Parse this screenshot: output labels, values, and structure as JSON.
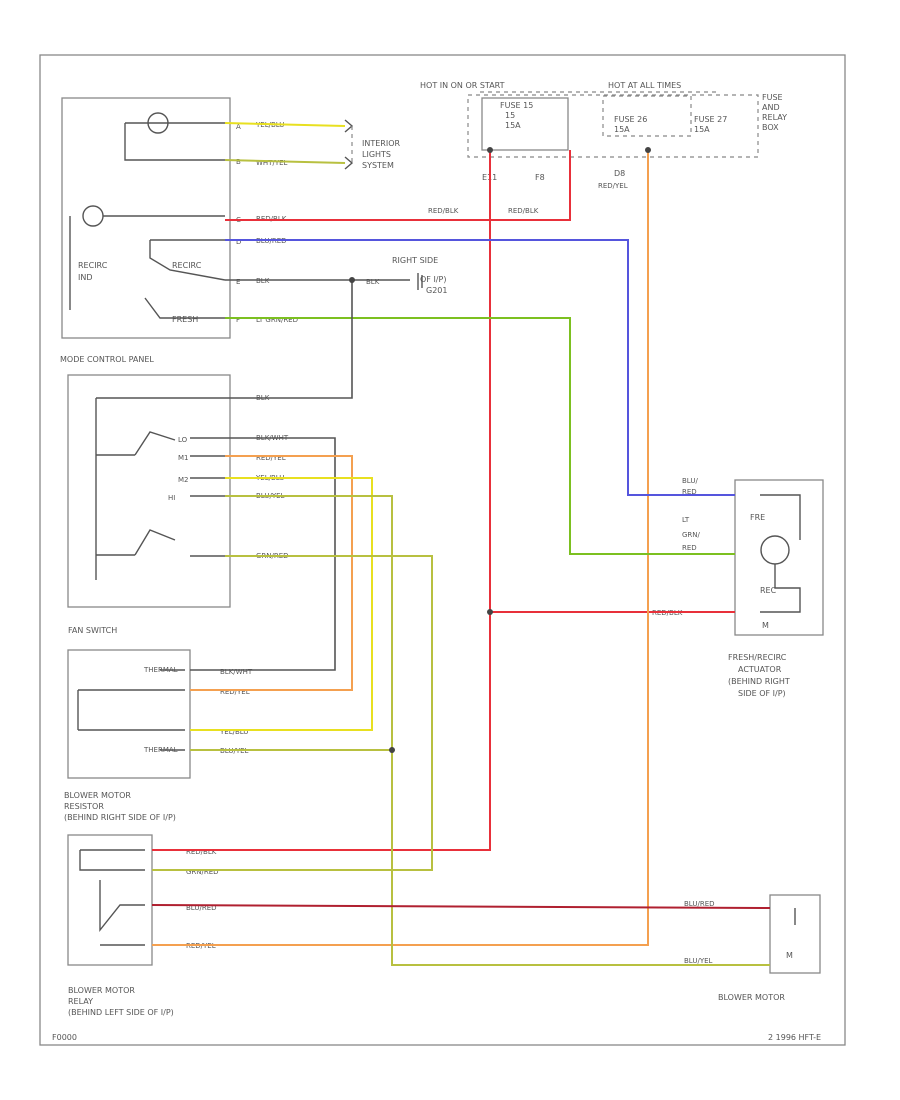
{
  "colors": {
    "red": "#e8303a",
    "orange": "#f4a050",
    "blue": "#5555dd",
    "green": "#7cc020",
    "yellow": "#e8e020",
    "olive": "#b8c040",
    "black": "#555555",
    "darkred": "#b02030"
  },
  "fuse_box": {
    "hot_run_start": "HOT IN ON OR START",
    "hot_all_times": "HOT AT ALL TIMES",
    "fuse15_name": "FUSE 15",
    "fuse15_rating": "15A",
    "fuse26_name": "FUSE 26",
    "fuse26_rating": "15A",
    "fuse27_name": "FUSE 27",
    "fuse27_rating": "15A",
    "title_line1": "FUSE",
    "title_line2": "AND",
    "title_line3": "RELAY",
    "title_line4": "BOX",
    "conn_e11": "E11",
    "conn_f8": "F8",
    "conn_d8": "D8",
    "wire_red_blk_1": "RED/BLK",
    "wire_red_blk_2": "RED/BLK",
    "wire_red_yel": "RED/YEL"
  },
  "mode_panel": {
    "title": "MODE CONTROL PANEL",
    "recirc_ind": "RECIRC",
    "recirc_ind2": "IND",
    "recirc_switch": "RECIRC",
    "fresh": "FRESH",
    "wire_yel_blu": "YEL/BLU",
    "wire_wht_yel": "WHT/YEL",
    "wire_red_blk": "RED/BLK",
    "wire_blu_red": "BLU/RED",
    "wire_blk": "BLK",
    "wire_lt_grn_red": "LT GRN/RED",
    "pin_a": "A",
    "pin_b": "B",
    "pin_c": "C",
    "pin_d": "D",
    "pin_e": "E",
    "pin_f": "F",
    "interior_lights_1": "INTERIOR",
    "interior_lights_2": "LIGHTS",
    "interior_lights_3": "SYSTEM",
    "ground_line1": "RIGHT SIDE",
    "ground_line2": "OF I/P)",
    "ground_id": "G201",
    "wire_blk_ground": "BLK"
  },
  "fan_switch": {
    "title": "FAN SWITCH",
    "wire_blk": "BLK",
    "wire_blk_wht": "BLK/WHT",
    "wire_red_yel": "RED/YEL",
    "wire_yel_blu": "YEL/BLU",
    "wire_blu_yel": "BLU/YEL",
    "wire_grn_red": "GRN/RED",
    "pos_lo": "LO",
    "pos_m1": "M1",
    "pos_m2": "M2",
    "pos_hi": "HI"
  },
  "resistor": {
    "title_line1": "BLOWER MOTOR",
    "title_line2": "RESISTOR",
    "title_line3": "(BEHIND RIGHT SIDE OF I/P)",
    "thermal1": "THERMAL",
    "thermal2": "THERMAL",
    "wire_blk_wht": "BLK/WHT",
    "wire_red_yel": "RED/YEL",
    "wire_yel_blu": "YEL/BLU",
    "wire_blu_yel": "BLU/YEL"
  },
  "actuator": {
    "title_line1": "FRESH/RECIRC",
    "title_line2": "ACTUATOR",
    "title_line3": "(BEHIND RIGHT",
    "title_line4": "SIDE OF I/P)",
    "fre": "FRE",
    "rec": "REC",
    "m": "M",
    "wire_blu_red_1": "BLU/",
    "wire_blu_red_2": "RED",
    "wire_lt_grn_1": "LT",
    "wire_lt_grn_2": "GRN/",
    "wire_lt_grn_3": "RED",
    "wire_red_blk": "RED/BLK"
  },
  "relay": {
    "title_line1": "BLOWER MOTOR",
    "title_line2": "RELAY",
    "title_line3": "(BEHIND LEFT SIDE OF I/P)",
    "wire_red_blk": "RED/BLK",
    "wire_grn_red": "GRN/RED",
    "wire_blu_red": "BLU/RED",
    "wire_red_yel": "RED/YEL"
  },
  "blower_motor": {
    "title": "BLOWER MOTOR",
    "wire_blu_red": "BLU/RED",
    "wire_blu_yel": "BLU/YEL",
    "m": "M"
  },
  "footer": {
    "left": "F0000",
    "right": "2 1996 HFT-E"
  }
}
